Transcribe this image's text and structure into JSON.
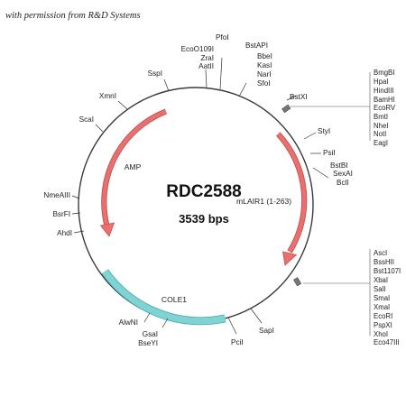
{
  "credit": "with permission from R&D Systems",
  "plasmid": {
    "name": "RDC2588",
    "size": "3539 bps"
  },
  "features": [
    {
      "key": "amp",
      "label": "AMP"
    },
    {
      "key": "insert",
      "label": "mLAIR1 (1-263)"
    },
    {
      "key": "ori",
      "label": "COLE1"
    }
  ],
  "sites": {
    "ecoo109i": "EcoO109I",
    "zrai": "ZraI",
    "aatii": "AatII",
    "sspi": "SspI",
    "pfoi": "PfoI",
    "bstapi": "BstAPI",
    "bbei": "BbeI",
    "kasi": "KasI",
    "nari": "NarI",
    "sfoi": "SfoI",
    "xmni": "XmnI",
    "scai": "ScaI",
    "bstxi": "BstXI",
    "styi": "StyI",
    "psii": "PsiI",
    "bstbi": "BstBI",
    "sexai": "SexAI",
    "bcli": "BclI",
    "nmeaiii": "NmeAIII",
    "bsrfi": "BsrFI",
    "ahdi": "AhdI",
    "alwni": "AlwNI",
    "gsai": "GsaI",
    "bseyi": "BseYI",
    "pcii": "PciI",
    "sapi": "SapI"
  },
  "mcs_top": [
    "BmgBI",
    "HpaI",
    "HindIII",
    "BamHI",
    "EcoRV",
    "BmtI",
    "NheI",
    "NotI",
    "EagI"
  ],
  "mcs_bottom": [
    "AscI",
    "BssHII",
    "Bst1107I",
    "XbaI",
    "SalI",
    "SmaI",
    "XmaI",
    "EcoRI",
    "PspXI",
    "XhoI",
    "Eco47III"
  ],
  "colors": {
    "backbone": "#3a3a3a",
    "amp": "#e8706f",
    "insert": "#e8706f",
    "ori": "#7fd3d3",
    "arrow_stroke": "#c45050",
    "ori_stroke": "#45a8a8"
  }
}
